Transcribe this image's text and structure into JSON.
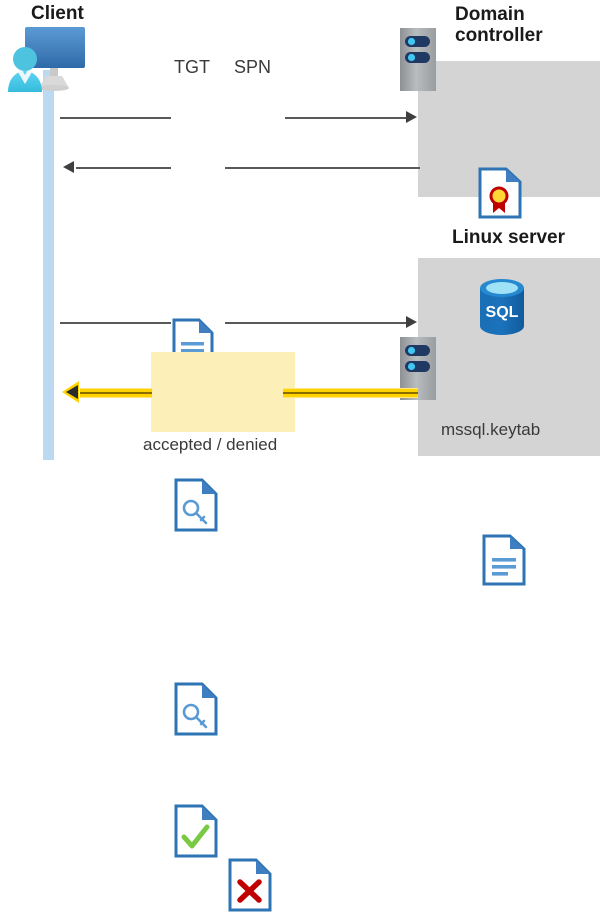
{
  "diagram": {
    "title_client": "Client",
    "title_domain_controller": "Domain\ncontroller",
    "title_domain_controller_line1": "Domain",
    "title_domain_controller_line2": "controller",
    "title_linux_server": "Linux server",
    "label_tgt": "TGT",
    "label_spn": "SPN",
    "label_keytab": "mssql.keytab",
    "label_result": "accepted / denied",
    "label_sql": "SQL",
    "icons": {
      "client": "user-computer-icon",
      "tgt_doc": "document-icon",
      "spn_doc": "document-icon",
      "ticket_key_doc_1": "key-document-icon",
      "ticket_key_doc_2": "key-document-icon",
      "certificate": "certificate-document-icon",
      "database": "sql-database-icon",
      "keytab": "document-icon",
      "accepted": "check-document-icon",
      "denied": "cross-document-icon",
      "server_dc": "server-rack-icon",
      "server_linux": "server-rack-icon"
    },
    "arrows": [
      {
        "name": "client-to-dc-request",
        "direction": "right",
        "style": "gray"
      },
      {
        "name": "dc-to-client-ticket",
        "direction": "left",
        "style": "gray"
      },
      {
        "name": "client-to-linux-ticket",
        "direction": "right",
        "style": "gray"
      },
      {
        "name": "linux-to-client-result",
        "direction": "left",
        "style": "yellow"
      }
    ],
    "colors": {
      "panel_gray": "#d4d4d4",
      "lifeline_blue": "#bcd9f2",
      "doc_border_blue": "#2e74b5",
      "doc_fold_blue": "#2e74b5",
      "arrow_gray": "#595959",
      "arrow_yellow": "#ffd200",
      "highlight_yellow": "#fcf0b8",
      "accept_green": "#7ac943",
      "deny_red": "#c00000",
      "sql_blue": "#0f6cbd",
      "rack_gray": "#a6a6a6",
      "rack_bar_navy": "#1f3864",
      "rack_dot_cyan": "#41c6f2",
      "text_dark": "#1a1a1a",
      "text_body": "#3a3a3a"
    }
  }
}
